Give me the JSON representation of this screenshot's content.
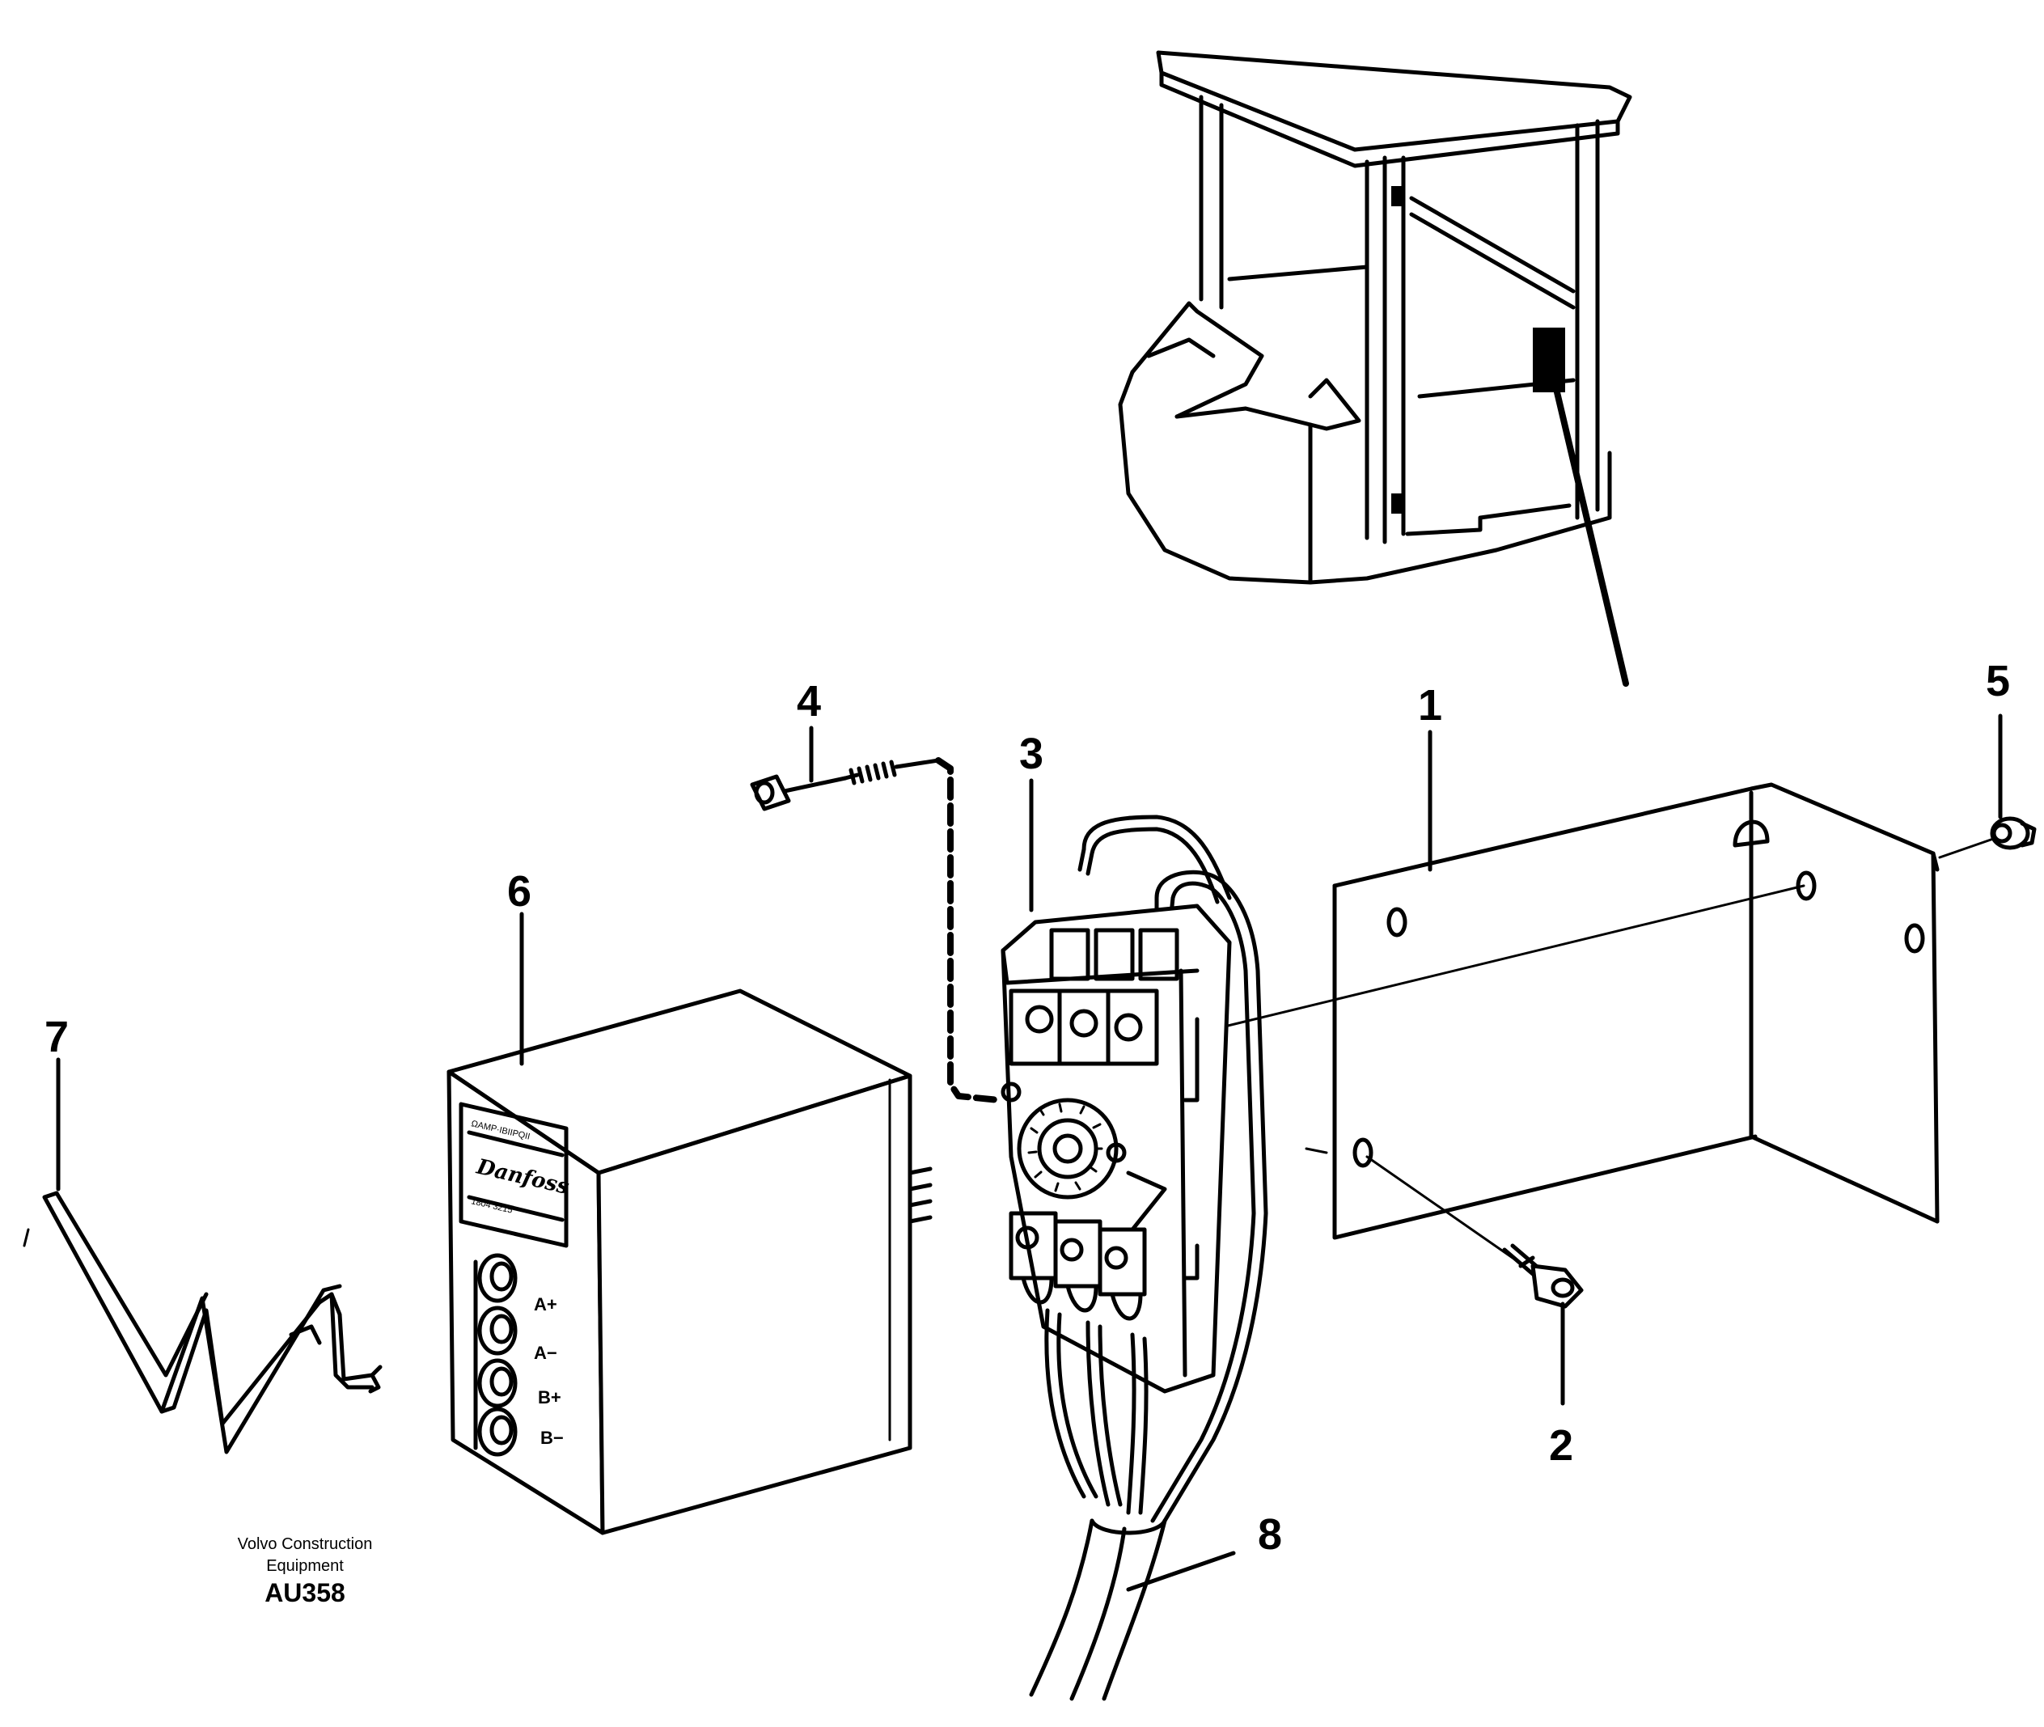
{
  "callouts": {
    "c1": "1",
    "c2": "2",
    "c3": "3",
    "c4": "4",
    "c5": "5",
    "c6": "6",
    "c7": "7",
    "c8": "8"
  },
  "caption": {
    "line1": "Volvo Construction",
    "line2": "Equipment",
    "code": "AU358"
  },
  "control_unit": {
    "brand": "Danfoss",
    "terminals": [
      "A+",
      "A−",
      "B+",
      "B−"
    ]
  }
}
